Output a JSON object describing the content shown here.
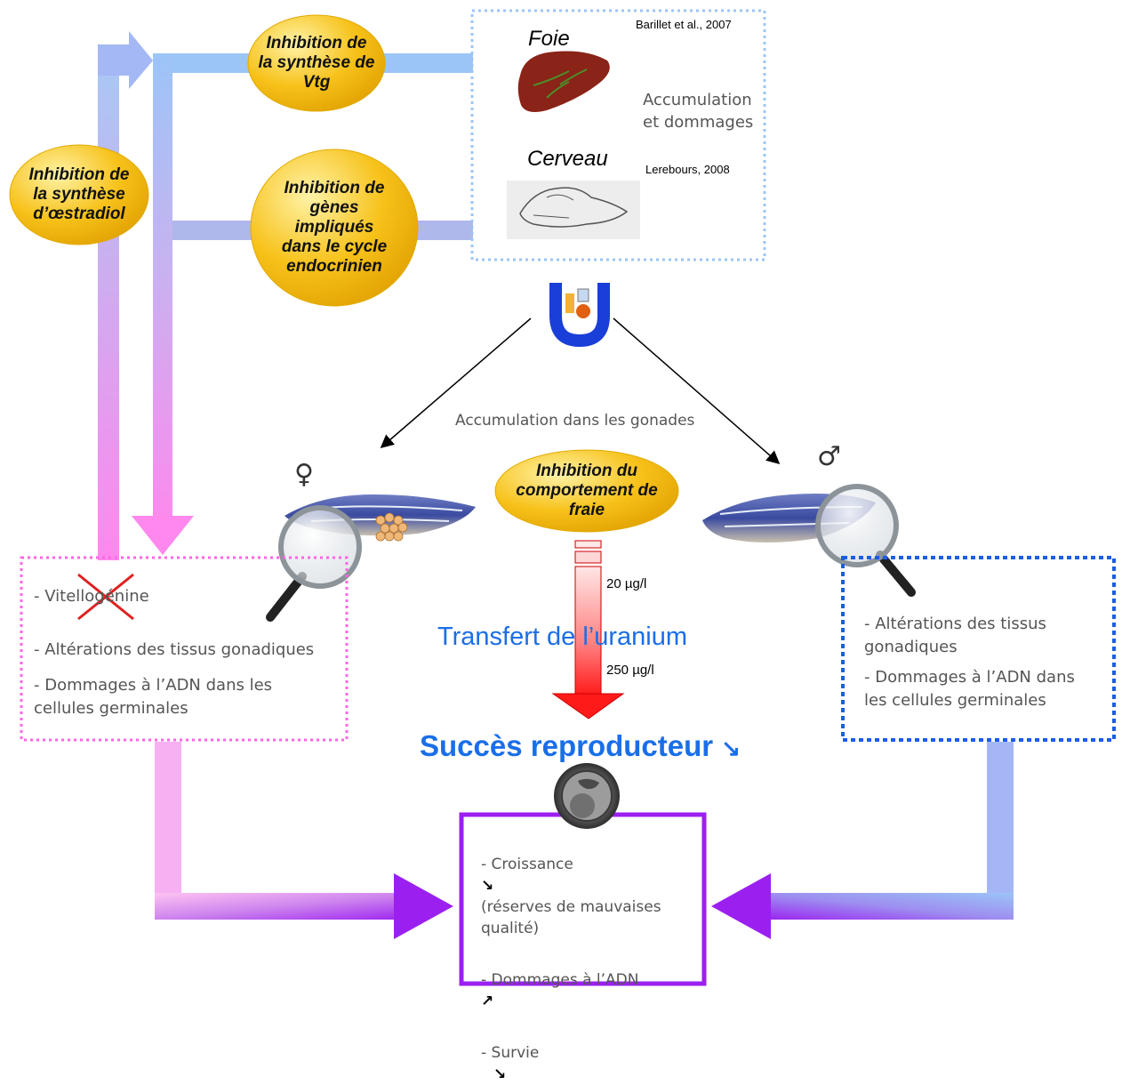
{
  "ovals": {
    "vtg": "Inhibition de\nla synthèse de\nVtg",
    "estradiol": "Inhibition de\nla synthèse\nd’œstradiol",
    "genes": "Inhibition de\ngènes\nimpliqués\ndans le cycle\nendocrinien",
    "fraie": "Inhibition du\ncomportement de\nfraie"
  },
  "organs": {
    "liver_label": "Foie",
    "liver_ref": "Barillet et al., 2007",
    "brain_label": "Cerveau",
    "brain_ref": "Lerebours, 2008",
    "accumulation_line1": "Accumulation",
    "accumulation_line2": "et dommages"
  },
  "accumulation_gonads": "Accumulation dans les gonades",
  "female_symbol": "♀",
  "male_symbol": "♂",
  "female_box": {
    "items": [
      "- Vitellogénine",
      "- Altérations des tissus gonadiques",
      "- Dommages à l’ADN dans les\ncellules germinales"
    ]
  },
  "male_box": {
    "items": [
      "- Altérations des tissus\ngonadiques",
      "- Dommages à l’ADN dans\nles cellules germinales"
    ]
  },
  "transfer": {
    "title": "Transfert de l’uranium",
    "low_label": "20 µg/l",
    "high_label": "250 µg/l"
  },
  "success": {
    "title": "Succès reproducteur",
    "arrow": "↘"
  },
  "offspring_box": {
    "growth": "- Croissance",
    "growth_arrow": "↘",
    "reserves": "(réserves de mauvaises\nqualité)",
    "dna": "- Dommages à l’ADN",
    "dna_arrow": "↗",
    "survival": "- Survie",
    "survival_arrow": "↘"
  },
  "colors": {
    "blue_arrow": "#9cc5f7",
    "pink_arrow": "#ff88ee",
    "purple": "#9b20f0",
    "oval_yellow": "#f7c21a",
    "blue_title": "#1a6ee8",
    "uranium_blue": "#1a3fd8",
    "red_arrow": "#ff2020"
  }
}
